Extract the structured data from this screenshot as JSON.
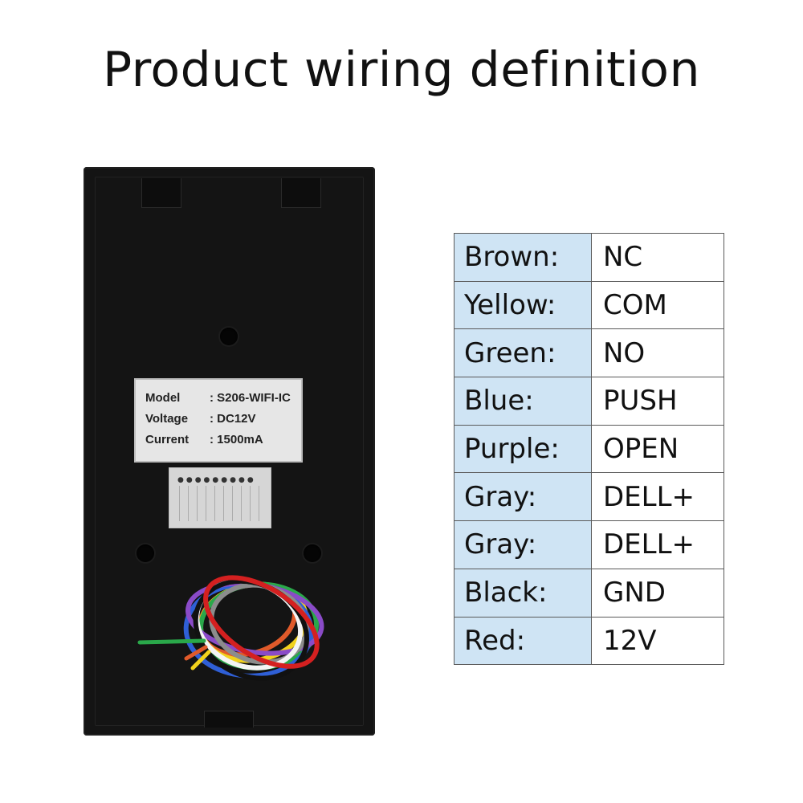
{
  "title": "Product wiring definition",
  "device_label": {
    "rows": [
      {
        "key": "Model",
        "value": ": S206-WIFI-IC"
      },
      {
        "key": "Voltage",
        "value": ":  DC12V"
      },
      {
        "key": "Current",
        "value": ": 1500mA"
      }
    ]
  },
  "wiring": [
    {
      "color": "Brown:",
      "function": "NC"
    },
    {
      "color": "Yellow:",
      "function": "COM"
    },
    {
      "color": "Green:",
      "function": "NO"
    },
    {
      "color": "Blue:",
      "function": "PUSH"
    },
    {
      "color": "Purple:",
      "function": "OPEN"
    },
    {
      "color": "Gray:",
      "function": "DELL+"
    },
    {
      "color": "Gray:",
      "function": "DELL+"
    },
    {
      "color": "Black:",
      "function": "GND"
    },
    {
      "color": "Red:",
      "function": "12V"
    }
  ],
  "colors": {
    "table_header_bg": "#cfe4f4",
    "device_body": "#141414",
    "wire_colors": [
      "#e05a2a",
      "#f2d21c",
      "#2aa84a",
      "#2f5fd6",
      "#8a4bc8",
      "#8c8c8c",
      "#f4f4f4",
      "#111111",
      "#d42020"
    ]
  }
}
